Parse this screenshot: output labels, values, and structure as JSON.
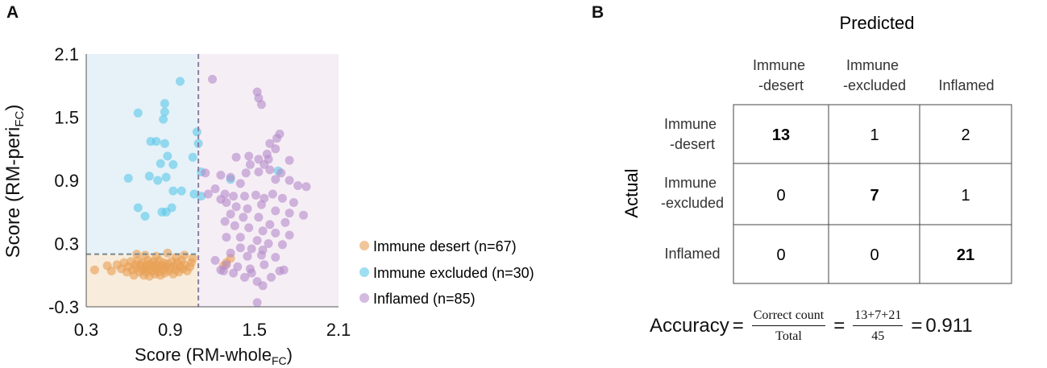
{
  "panel_a": {
    "letter": "A"
  },
  "panel_b": {
    "letter": "B"
  },
  "chart_data": {
    "type": "scatter",
    "xlabel_main": "Score (RM-whole",
    "xlabel_sub": "FC",
    "xlabel_close": ")",
    "ylabel_main": "Score (RM-peri",
    "ylabel_sub": "FC",
    "ylabel_close": ")",
    "xlim": [
      0.3,
      2.1
    ],
    "ylim": [
      -0.3,
      2.1
    ],
    "xticks": [
      "0.3",
      "0.9",
      "1.5",
      "2.1"
    ],
    "yticks": [
      "-0.3",
      "0.3",
      "0.9",
      "1.5",
      "2.1"
    ],
    "thresholds": {
      "x": 1.1,
      "y": 0.2
    },
    "colors": {
      "desert": "#e8a055",
      "excluded": "#5ec8e8",
      "inflamed": "#b48ccc",
      "bg_desert": "#f8ecdc",
      "bg_excluded": "#e6f2f8",
      "bg_inflamed": "#f6eef5"
    },
    "legend_position": "right",
    "series": [
      {
        "name": "Immune desert (n=67)",
        "key": "desert",
        "points": [
          [
            0.36,
            0.05
          ],
          [
            0.45,
            0.09
          ],
          [
            0.48,
            0.04
          ],
          [
            0.52,
            0.1
          ],
          [
            0.55,
            0.06
          ],
          [
            0.57,
            0.12
          ],
          [
            0.59,
            0.03
          ],
          [
            0.6,
            0.08
          ],
          [
            0.62,
            0.13
          ],
          [
            0.63,
            0.05
          ],
          [
            0.64,
            0.0
          ],
          [
            0.65,
            0.1
          ],
          [
            0.66,
            0.07
          ],
          [
            0.67,
            0.14
          ],
          [
            0.68,
            0.03
          ],
          [
            0.69,
            0.09
          ],
          [
            0.7,
            0.05
          ],
          [
            0.7,
            0.12
          ],
          [
            0.71,
            0.0
          ],
          [
            0.72,
            0.07
          ],
          [
            0.73,
            0.1
          ],
          [
            0.73,
            0.03
          ],
          [
            0.74,
            0.14
          ],
          [
            0.75,
            0.06
          ],
          [
            0.75,
            -0.01
          ],
          [
            0.76,
            0.11
          ],
          [
            0.77,
            0.04
          ],
          [
            0.78,
            0.08
          ],
          [
            0.78,
            0.13
          ],
          [
            0.79,
            0.01
          ],
          [
            0.8,
            0.06
          ],
          [
            0.8,
            0.1
          ],
          [
            0.81,
            0.03
          ],
          [
            0.82,
            0.14
          ],
          [
            0.82,
            0.07
          ],
          [
            0.83,
            0.0
          ],
          [
            0.84,
            0.09
          ],
          [
            0.85,
            0.05
          ],
          [
            0.85,
            0.12
          ],
          [
            0.86,
            0.02
          ],
          [
            0.87,
            0.08
          ],
          [
            0.88,
            0.11
          ],
          [
            0.89,
            0.04
          ],
          [
            0.9,
            0.07
          ],
          [
            0.91,
            0.13
          ],
          [
            0.92,
            0.01
          ],
          [
            0.93,
            0.09
          ],
          [
            0.94,
            0.05
          ],
          [
            0.95,
            0.12
          ],
          [
            0.96,
            0.03
          ],
          [
            0.97,
            0.08
          ],
          [
            0.98,
            0.14
          ],
          [
            0.99,
            0.06
          ],
          [
            1.0,
            0.1
          ],
          [
            1.02,
            0.04
          ],
          [
            1.04,
            0.08
          ],
          [
            1.05,
            0.12
          ],
          [
            0.66,
            0.2
          ],
          [
            0.72,
            0.19
          ],
          [
            0.8,
            0.18
          ],
          [
            0.88,
            0.21
          ],
          [
            0.94,
            0.17
          ],
          [
            1.0,
            0.19
          ],
          [
            1.06,
            0.16
          ],
          [
            1.3,
            0.12
          ],
          [
            1.33,
            0.16
          ],
          [
            1.28,
            0.09
          ]
        ]
      },
      {
        "name": "Immune excluded (n=30)",
        "key": "excluded",
        "points": [
          [
            0.97,
            1.84
          ],
          [
            0.86,
            1.63
          ],
          [
            0.67,
            1.54
          ],
          [
            0.86,
            1.55
          ],
          [
            0.85,
            1.48
          ],
          [
            0.76,
            1.27
          ],
          [
            0.8,
            1.27
          ],
          [
            0.86,
            1.25
          ],
          [
            1.09,
            1.36
          ],
          [
            1.1,
            1.25
          ],
          [
            0.88,
            1.13
          ],
          [
            1.06,
            1.12
          ],
          [
            0.83,
            1.06
          ],
          [
            0.92,
            1.05
          ],
          [
            1.12,
            0.98
          ],
          [
            0.6,
            0.92
          ],
          [
            0.75,
            0.94
          ],
          [
            0.87,
            0.93
          ],
          [
            0.81,
            0.9
          ],
          [
            0.92,
            0.8
          ],
          [
            0.98,
            0.8
          ],
          [
            1.07,
            0.77
          ],
          [
            1.12,
            0.75
          ],
          [
            0.67,
            0.64
          ],
          [
            0.87,
            0.6
          ],
          [
            0.91,
            0.64
          ],
          [
            0.84,
            0.6
          ],
          [
            0.72,
            0.56
          ],
          [
            1.33,
            0.91
          ],
          [
            1.67,
            0.99
          ]
        ]
      },
      {
        "name": "Inflamed (n=85)",
        "key": "inflamed",
        "points": [
          [
            1.2,
            1.86
          ],
          [
            1.52,
            1.74
          ],
          [
            1.53,
            1.68
          ],
          [
            1.55,
            1.62
          ],
          [
            1.68,
            1.34
          ],
          [
            1.66,
            1.3
          ],
          [
            1.61,
            1.25
          ],
          [
            1.65,
            1.2
          ],
          [
            1.59,
            1.15
          ],
          [
            1.6,
            1.1
          ],
          [
            1.53,
            1.1
          ],
          [
            1.46,
            1.13
          ],
          [
            1.37,
            1.12
          ],
          [
            1.75,
            1.09
          ],
          [
            1.57,
            1.05
          ],
          [
            1.47,
            1.05
          ],
          [
            1.44,
            0.97
          ],
          [
            1.53,
            0.98
          ],
          [
            1.61,
            1.0
          ],
          [
            1.69,
            0.97
          ],
          [
            1.65,
            0.91
          ],
          [
            1.15,
            0.97
          ],
          [
            1.26,
            0.95
          ],
          [
            1.33,
            0.93
          ],
          [
            1.4,
            0.87
          ],
          [
            1.75,
            0.9
          ],
          [
            1.81,
            0.85
          ],
          [
            1.87,
            0.84
          ],
          [
            1.17,
            0.77
          ],
          [
            1.22,
            0.82
          ],
          [
            1.29,
            0.77
          ],
          [
            1.35,
            0.75
          ],
          [
            1.43,
            0.75
          ],
          [
            1.51,
            0.76
          ],
          [
            1.57,
            0.73
          ],
          [
            1.63,
            0.77
          ],
          [
            1.7,
            0.73
          ],
          [
            1.78,
            0.69
          ],
          [
            1.26,
            0.72
          ],
          [
            1.3,
            0.69
          ],
          [
            1.37,
            0.65
          ],
          [
            1.45,
            0.63
          ],
          [
            1.55,
            0.67
          ],
          [
            1.65,
            0.61
          ],
          [
            1.75,
            0.59
          ],
          [
            1.85,
            0.57
          ],
          [
            1.33,
            0.58
          ],
          [
            1.42,
            0.55
          ],
          [
            1.53,
            0.55
          ],
          [
            1.61,
            0.48
          ],
          [
            1.72,
            0.5
          ],
          [
            1.29,
            0.51
          ],
          [
            1.36,
            0.47
          ],
          [
            1.46,
            0.45
          ],
          [
            1.56,
            0.42
          ],
          [
            1.65,
            0.4
          ],
          [
            1.75,
            0.38
          ],
          [
            1.3,
            0.36
          ],
          [
            1.4,
            0.36
          ],
          [
            1.52,
            0.33
          ],
          [
            1.6,
            0.3
          ],
          [
            1.7,
            0.29
          ],
          [
            1.4,
            0.26
          ],
          [
            1.48,
            0.25
          ],
          [
            1.56,
            0.24
          ],
          [
            1.33,
            0.21
          ],
          [
            1.45,
            0.18
          ],
          [
            1.55,
            0.19
          ],
          [
            1.65,
            0.17
          ],
          [
            1.22,
            0.14
          ],
          [
            1.3,
            0.1
          ],
          [
            1.38,
            0.08
          ],
          [
            1.47,
            0.06
          ],
          [
            1.57,
            0.1
          ],
          [
            1.68,
            0.04
          ],
          [
            1.26,
            0.05
          ],
          [
            1.35,
            0.02
          ],
          [
            1.43,
            -0.02
          ],
          [
            1.52,
            -0.06
          ],
          [
            1.62,
            -0.02
          ],
          [
            1.71,
            0.05
          ],
          [
            1.28,
            0.04
          ],
          [
            1.48,
            0.02
          ],
          [
            1.56,
            -0.1
          ],
          [
            1.52,
            -0.26
          ]
        ]
      }
    ]
  },
  "confusion_matrix": {
    "predicted_title": "Predicted",
    "actual_title": "Actual",
    "columns": [
      {
        "line1": "Immune",
        "line2": "-desert"
      },
      {
        "line1": "Immune",
        "line2": "-excluded"
      },
      {
        "line1": "Inflamed",
        "line2": ""
      }
    ],
    "rows": [
      {
        "line1": "Immune",
        "line2": "-desert",
        "cells": [
          "13",
          "1",
          "2"
        ]
      },
      {
        "line1": "Immune",
        "line2": "-excluded",
        "cells": [
          "0",
          "7",
          "1"
        ]
      },
      {
        "line1": "Inflamed",
        "line2": "",
        "cells": [
          "0",
          "0",
          "21"
        ]
      }
    ],
    "bold_diagonal": true
  },
  "accuracy": {
    "label": "Accuracy",
    "eq": "=",
    "frac1_num": "Correct count",
    "frac1_den": "Total",
    "frac2_num": "13+7+21",
    "frac2_den": "45",
    "result": "0.911"
  }
}
